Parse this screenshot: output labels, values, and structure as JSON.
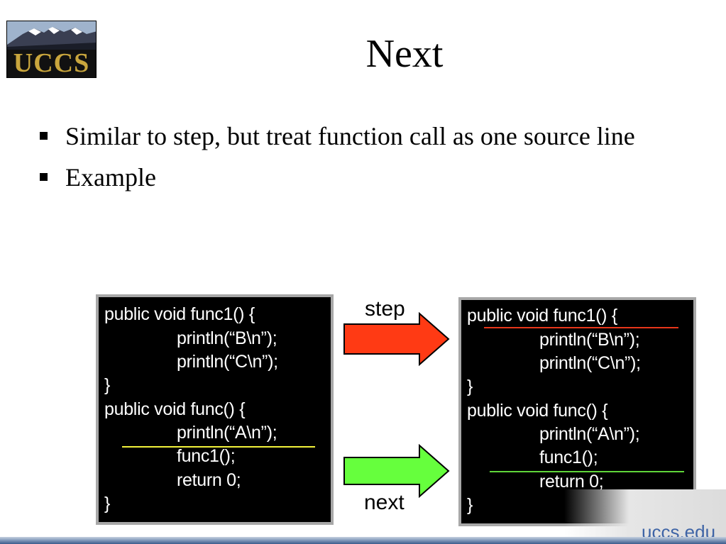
{
  "logo": {
    "text": "UCCS"
  },
  "slide": {
    "title": "Next",
    "bullets": [
      "Similar to step, but treat function call as one source line",
      "Example"
    ]
  },
  "left_code": {
    "lines": [
      "public void func1() {",
      "println(“B\\n”);",
      "println(“C\\n”);",
      "}",
      "public void func() {",
      "println(“A\\n”);",
      "func1();",
      "return 0;",
      "}"
    ],
    "marker_color": "#f2f23a"
  },
  "right_code": {
    "lines": [
      "public void func1() {",
      "println(“B\\n”);",
      "println(“C\\n”);",
      "}",
      "public void func() {",
      "println(“A\\n”);",
      "func1();",
      "return 0;",
      "}"
    ],
    "step_marker_color": "#e8361a",
    "next_marker_color": "#5fd63a"
  },
  "arrows": {
    "step": {
      "label": "step",
      "color": "#ff3a14"
    },
    "next": {
      "label": "next",
      "color": "#66ff3d"
    }
  },
  "footer": {
    "url": "uccs.edu"
  }
}
